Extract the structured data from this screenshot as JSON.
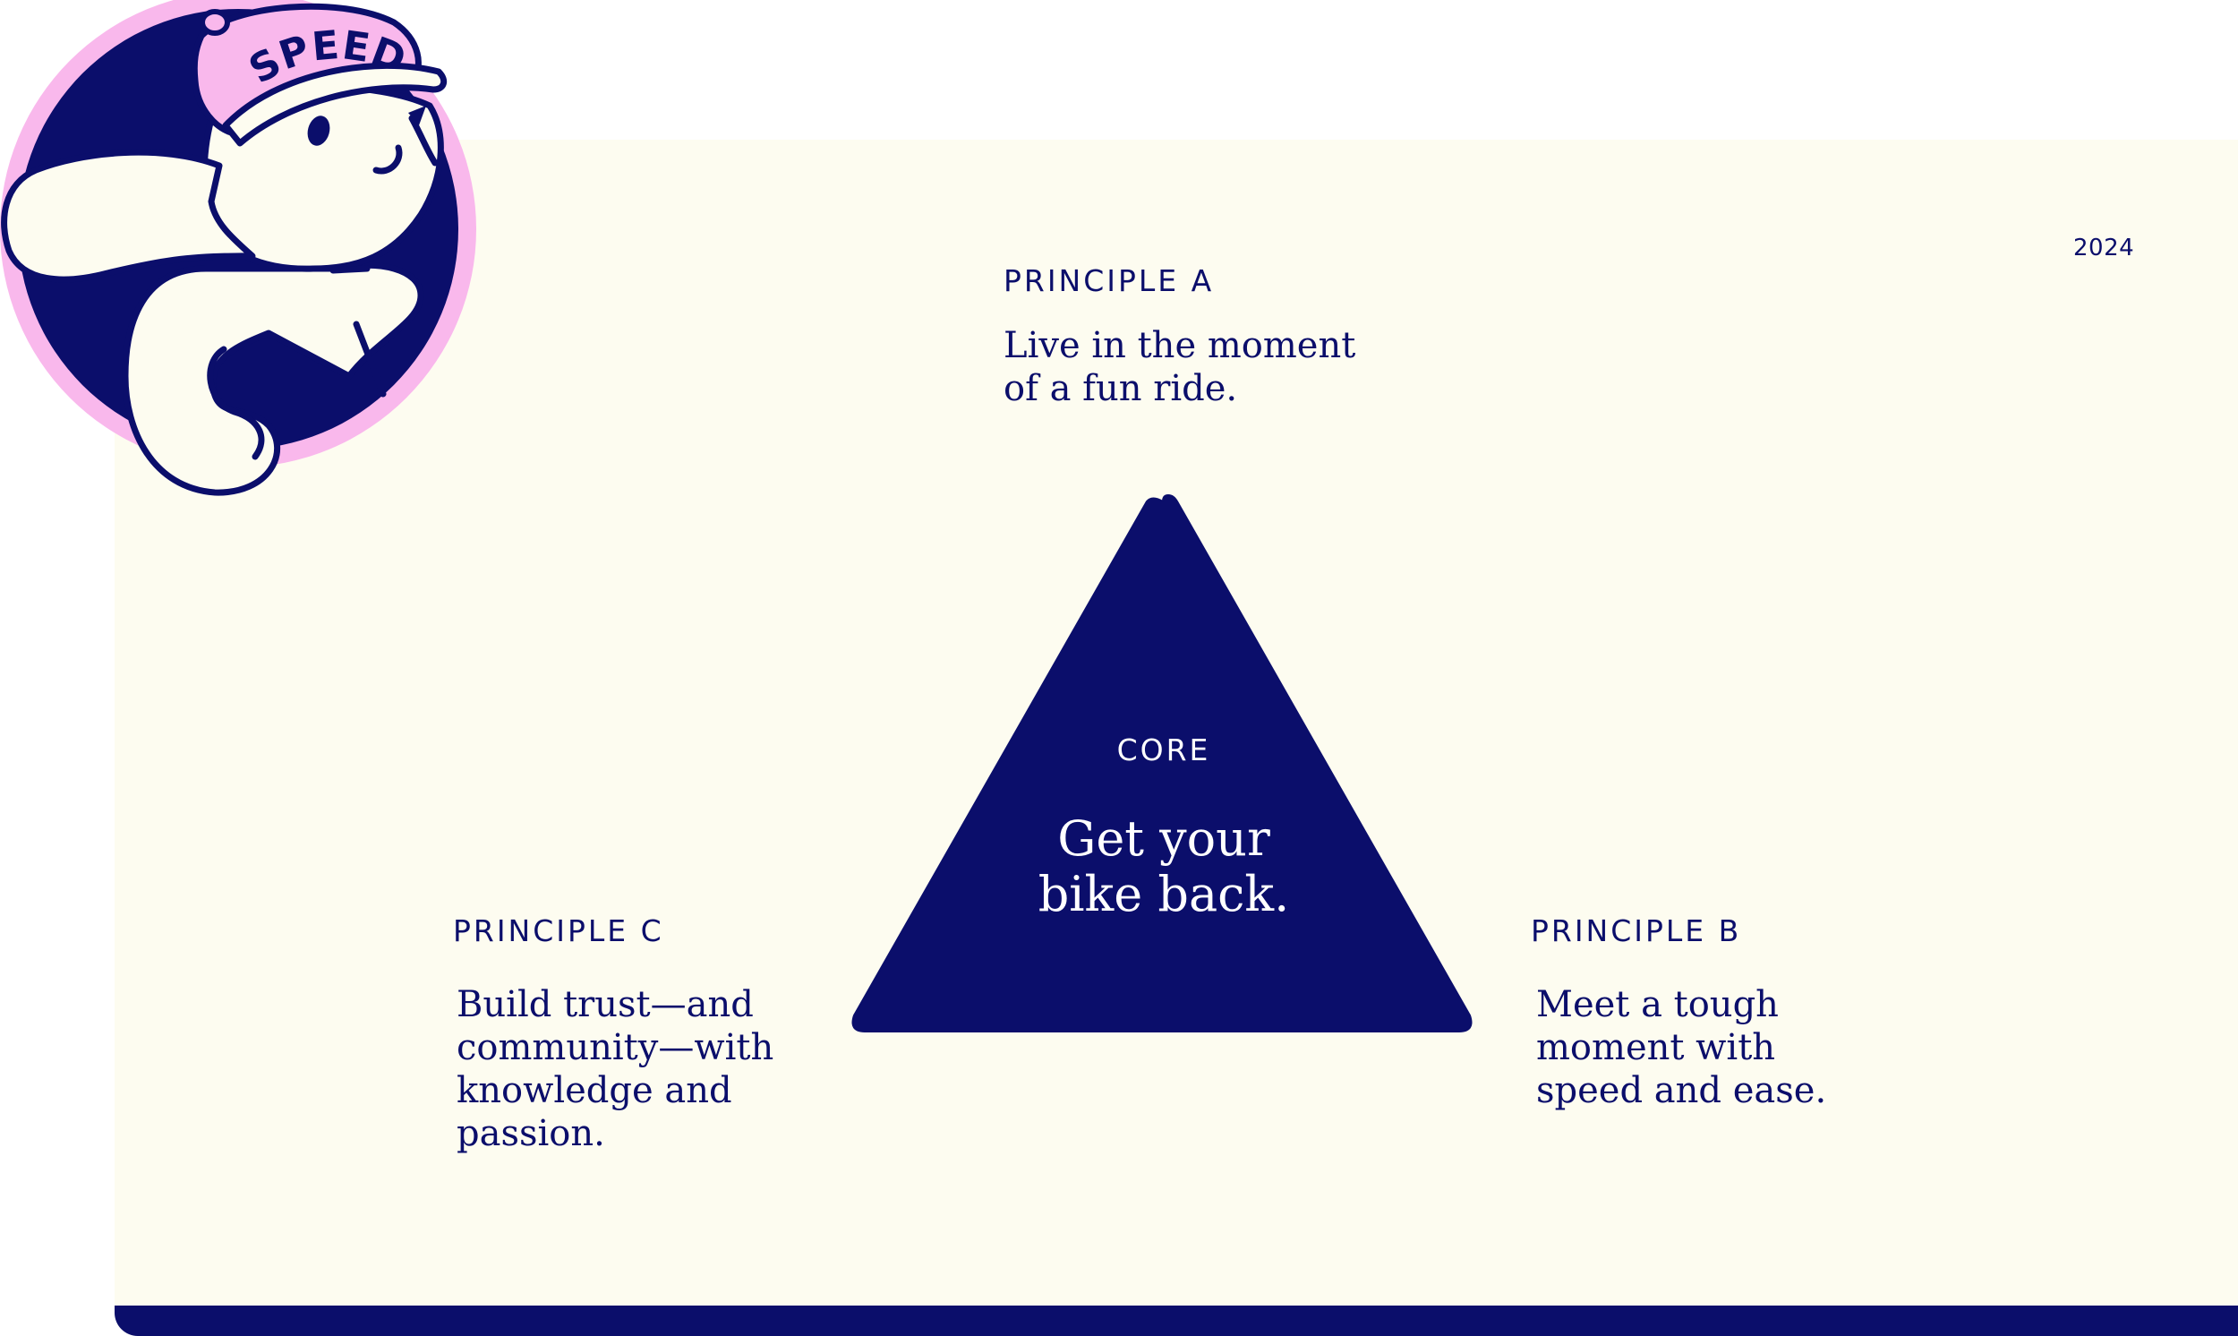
{
  "mascot": {
    "cap_text": "SPEEDY"
  },
  "header": {
    "year": "2024"
  },
  "core": {
    "label": "CORE",
    "lines": [
      "Get your",
      "bike back."
    ]
  },
  "principles": {
    "a": {
      "label": "PRINCIPLE A",
      "lines": [
        "Live in the moment",
        "of a fun ride."
      ]
    },
    "b": {
      "label": "PRINCIPLE B",
      "lines": [
        "Meet a tough",
        "moment with",
        "speed and ease."
      ]
    },
    "c": {
      "label": "PRINCIPLE C",
      "lines": [
        "Build trust—and",
        "community—with",
        "knowledge and",
        "passion."
      ]
    }
  },
  "colors": {
    "navy": "#0b0e6b",
    "cream": "#fdfcf0",
    "pink": "#f9b8ec",
    "white": "#ffffff"
  }
}
